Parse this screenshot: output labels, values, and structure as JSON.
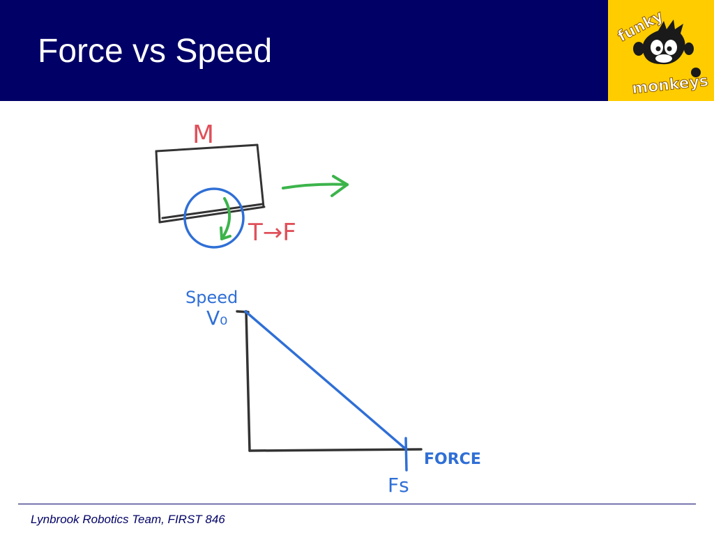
{
  "slide": {
    "title": "Force vs Speed",
    "footer": "Lynbrook Robotics Team, FIRST 846"
  },
  "logo": {
    "word_top": "funky",
    "word_bottom": "monkeys"
  },
  "diagram": {
    "mass_label": "M",
    "torque_force_label": "T→F",
    "y_axis_label": "Speed",
    "y_intercept_label": "V₀",
    "x_axis_label": "FORCE",
    "x_intercept_label": "Fs"
  },
  "colors": {
    "header_bg": "#000066",
    "logo_bg": "#ffcc00",
    "ink_black": "#333333",
    "ink_blue": "#2f6fd6",
    "ink_green": "#3cb44b",
    "ink_red": "#e0505a"
  }
}
